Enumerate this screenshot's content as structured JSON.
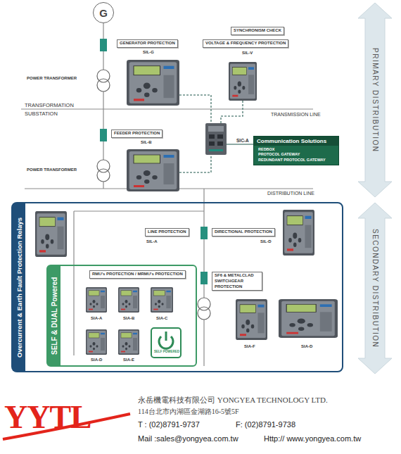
{
  "diagram": {
    "nodes": [
      {
        "text": [
          "G"
        ]
      },
      {
        "text": [
          "GENERATOR PROTECTION"
        ]
      },
      {
        "text": [
          "SYNCHRONISM CHECK"
        ]
      },
      {
        "text": [
          "VOLTAGE & FREQUENCY PROTECTION"
        ]
      },
      {
        "text": [
          "PRIMARY DISTRIBUTION"
        ]
      },
      {
        "text": [
          "FEEDER PROTECTION"
        ]
      },
      {
        "text": [
          "Communication Solutions",
          "REDBOX",
          "PROTOCOL GATEWAY",
          "REDUNDANT PROTOCOL GATEWAY"
        ]
      },
      {
        "text": [
          "Overcurrent & Earth Fault Protection Relays"
        ]
      },
      {
        "text": [
          "LINE PROTECTION"
        ],
        "in": 7
      },
      {
        "text": [
          "DIRECTIONAL PROTECTION"
        ],
        "in": 7
      },
      {
        "text": [
          "SECONDARY DISTRIBUTION"
        ]
      },
      {
        "text": [
          "SELF & DUAL Powered"
        ],
        "in": 7
      },
      {
        "text": [
          "RMU's PROTECTION / MRMU's PROTECTION"
        ],
        "in": 11
      },
      {
        "text": [
          "SF6 & METALCLAD SWITCHGEAR PROTECTION"
        ],
        "in": 7
      }
    ],
    "labels": [
      "POWER TRANSFORMER",
      "TRANSFORMATION SUBSTATION",
      "TRANSMISSION LINE",
      "SIL-G",
      "SIL-V",
      "SIL-B",
      "POWER TRANSFORMER",
      "SIC-A",
      "DISTRIBUTION LINE",
      "SIL-A",
      "SIL-D",
      "SIA-A",
      "SIA-B",
      "SIA-C",
      "SIA-D",
      "SIA-E",
      "SELF POWERED",
      "SIA-F",
      "SIA-D",
      "永岳機電科技有限公司 YONGYEA TECHNOLOGY LTD.",
      "114台北市內湖區金湖路16-5號5F",
      "T : (02)8791-9737",
      "F: (02)8791-9738",
      "Mail :sales@yongyea.com.tw",
      "Http:// www.yongyea.com.tw",
      "YYTL"
    ]
  }
}
